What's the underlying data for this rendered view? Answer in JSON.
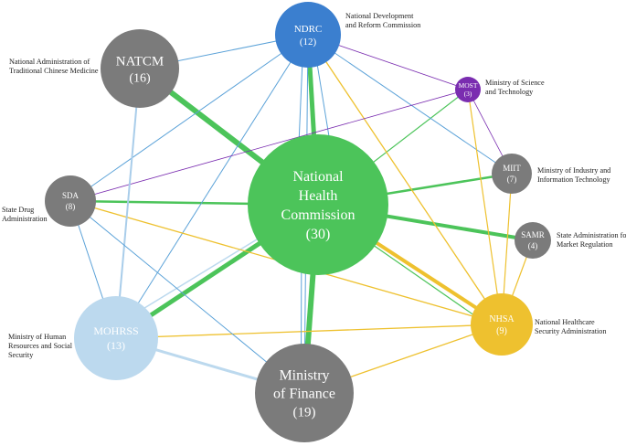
{
  "diagram": {
    "colors": {
      "green": "#4cc45a",
      "blue_dark": "#3b7fcf",
      "blue_line": "#5ba2d8",
      "light_blue": "#bcd9ee",
      "purple": "#7a2db0",
      "yellow": "#eec12f",
      "gray": "#7b7b7b"
    },
    "nodes": [
      {
        "id": "nhc",
        "name_lines": [
          "National",
          "Health",
          "Commission"
        ],
        "count": "(30)",
        "color": "#4cc45a"
      },
      {
        "id": "ndrc",
        "name_lines": [
          "NDRC"
        ],
        "count": "(12)",
        "color": "#3b7fcf"
      },
      {
        "id": "natcm",
        "name_lines": [
          "NATCM"
        ],
        "count": "(16)",
        "color": "#7b7b7b"
      },
      {
        "id": "most",
        "name_lines": [
          "MOST"
        ],
        "count": "(3)",
        "color": "#7a2db0"
      },
      {
        "id": "miit",
        "name_lines": [
          "MIIT"
        ],
        "count": "(7)",
        "color": "#7b7b7b"
      },
      {
        "id": "sda",
        "name_lines": [
          "SDA"
        ],
        "count": "(8)",
        "color": "#7b7b7b"
      },
      {
        "id": "samr",
        "name_lines": [
          "SAMR"
        ],
        "count": "(4)",
        "color": "#7b7b7b"
      },
      {
        "id": "nhsa",
        "name_lines": [
          "NHSA"
        ],
        "count": "(9)",
        "color": "#eec12f"
      },
      {
        "id": "mohrss",
        "name_lines": [
          "MOHRSS"
        ],
        "count": "(13)",
        "color": "#bcd9ee"
      },
      {
        "id": "mof",
        "name_lines": [
          "Ministry",
          "of Finance"
        ],
        "count": "(19)",
        "color": "#7b7b7b"
      }
    ],
    "annotations": [
      {
        "id": "ndrc",
        "lines": [
          "National Development",
          "and Reform Commission"
        ]
      },
      {
        "id": "natcm",
        "lines": [
          "National Administration of",
          "Traditional Chinese Medicine"
        ]
      },
      {
        "id": "most",
        "lines": [
          "Ministry of Science",
          "and Technology"
        ]
      },
      {
        "id": "miit",
        "lines": [
          "Ministry of Industry and",
          "Information Technology"
        ]
      },
      {
        "id": "sda",
        "lines": [
          "State Drug",
          "Administration"
        ]
      },
      {
        "id": "samr",
        "lines": [
          "State Administration for",
          "Market Regulation"
        ]
      },
      {
        "id": "nhsa",
        "lines": [
          "National Healthcare",
          "Security Administration"
        ]
      },
      {
        "id": "mohrss",
        "lines": [
          "Ministry of Human",
          "Resources and Social",
          "Security"
        ]
      }
    ],
    "edges": [
      {
        "from": "nhc",
        "to": "natcm",
        "color": "#4cc45a",
        "weight": 6
      },
      {
        "from": "nhc",
        "to": "ndrc",
        "color": "#4cc45a",
        "weight": 5
      },
      {
        "from": "nhc",
        "to": "mof",
        "color": "#4cc45a",
        "weight": 6
      },
      {
        "from": "nhc",
        "to": "mohrss",
        "color": "#4cc45a",
        "weight": 5
      },
      {
        "from": "nhc",
        "to": "sda",
        "color": "#4cc45a",
        "weight": 2.5
      },
      {
        "from": "nhc",
        "to": "miit",
        "color": "#4cc45a",
        "weight": 2.5
      },
      {
        "from": "nhc",
        "to": "samr",
        "color": "#4cc45a",
        "weight": 4
      },
      {
        "from": "nhc",
        "to": "most",
        "color": "#4cc45a",
        "weight": 1.2
      },
      {
        "from": "nhc",
        "to": "nhsa",
        "color": "#eec12f",
        "weight": 4
      },
      {
        "from": "nhc",
        "to": "nhsa",
        "color": "#4cc45a",
        "weight": 1.2,
        "offset": 9
      },
      {
        "from": "nhc",
        "to": "mohrss",
        "color": "#bcd9ee",
        "weight": 1.5,
        "offset": 12
      },
      {
        "from": "ndrc",
        "to": "natcm",
        "color": "#5ba2d8",
        "weight": 1
      },
      {
        "from": "ndrc",
        "to": "sda",
        "color": "#5ba2d8",
        "weight": 1
      },
      {
        "from": "ndrc",
        "to": "mohrss",
        "color": "#5ba2d8",
        "weight": 1
      },
      {
        "from": "ndrc",
        "to": "mof",
        "color": "#5ba2d8",
        "weight": 1
      },
      {
        "from": "ndrc",
        "to": "miit",
        "color": "#5ba2d8",
        "weight": 1
      },
      {
        "from": "ndrc",
        "to": "most",
        "color": "#7a2db0",
        "weight": 0.8
      },
      {
        "from": "ndrc",
        "to": "nhsa",
        "color": "#eec12f",
        "weight": 1.3
      },
      {
        "from": "ndrc",
        "to": "nhc",
        "color": "#5ba2d8",
        "weight": 1,
        "offset": -24
      },
      {
        "from": "ndrc",
        "to": "nhc",
        "color": "#5ba2d8",
        "weight": 1,
        "offset": 24
      },
      {
        "from": "most",
        "to": "sda",
        "color": "#7a2db0",
        "weight": 0.8
      },
      {
        "from": "most",
        "to": "miit",
        "color": "#7a2db0",
        "weight": 0.8
      },
      {
        "from": "most",
        "to": "nhsa",
        "color": "#eec12f",
        "weight": 1.2
      },
      {
        "from": "miit",
        "to": "nhsa",
        "color": "#eec12f",
        "weight": 1.2
      },
      {
        "from": "samr",
        "to": "nhsa",
        "color": "#eec12f",
        "weight": 1.2
      },
      {
        "from": "sda",
        "to": "nhsa",
        "color": "#eec12f",
        "weight": 1.3
      },
      {
        "from": "sda",
        "to": "mohrss",
        "color": "#5ba2d8",
        "weight": 1
      },
      {
        "from": "natcm",
        "to": "mohrss",
        "color": "#a9cdea",
        "weight": 2
      },
      {
        "from": "mohrss",
        "to": "nhsa",
        "color": "#eec12f",
        "weight": 1.3
      },
      {
        "from": "mof",
        "to": "nhsa",
        "color": "#eec12f",
        "weight": 1.3
      },
      {
        "from": "mof",
        "to": "mohrss",
        "color": "#bcd9ee",
        "weight": 3
      },
      {
        "from": "mof",
        "to": "sda",
        "color": "#5ba2d8",
        "weight": 1
      },
      {
        "from": "mof",
        "to": "nhc",
        "color": "#5ba2d8",
        "weight": 1,
        "offset": -18
      }
    ]
  }
}
